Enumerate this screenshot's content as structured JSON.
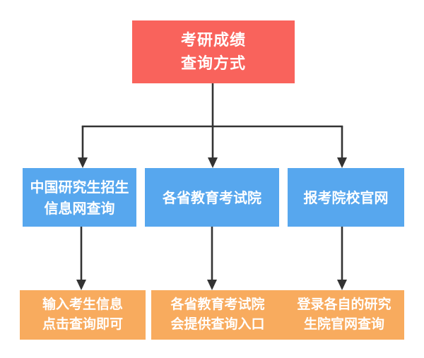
{
  "diagram": {
    "root": {
      "label": "考研成绩\n查询方式"
    },
    "columns": [
      {
        "method": {
          "label": "中国研究生招生\n信息网查询"
        },
        "detail": {
          "label": "输入考生信息\n点击查询即可"
        }
      },
      {
        "method": {
          "label": "各省教育考试院"
        },
        "detail": {
          "label": "各省教育考试院\n会提供查询入口"
        }
      },
      {
        "method": {
          "label": "报考院校官网"
        },
        "detail": {
          "label": "登录各自的研究\n生院官网查询"
        }
      }
    ]
  },
  "colors": {
    "page-bg": "#ffffff",
    "root-bg": "#f9635c",
    "method-bg": "#57a7ee",
    "detail-bg": "#f8ab5e",
    "connector": "#333333",
    "label-text": "#ffffff"
  }
}
